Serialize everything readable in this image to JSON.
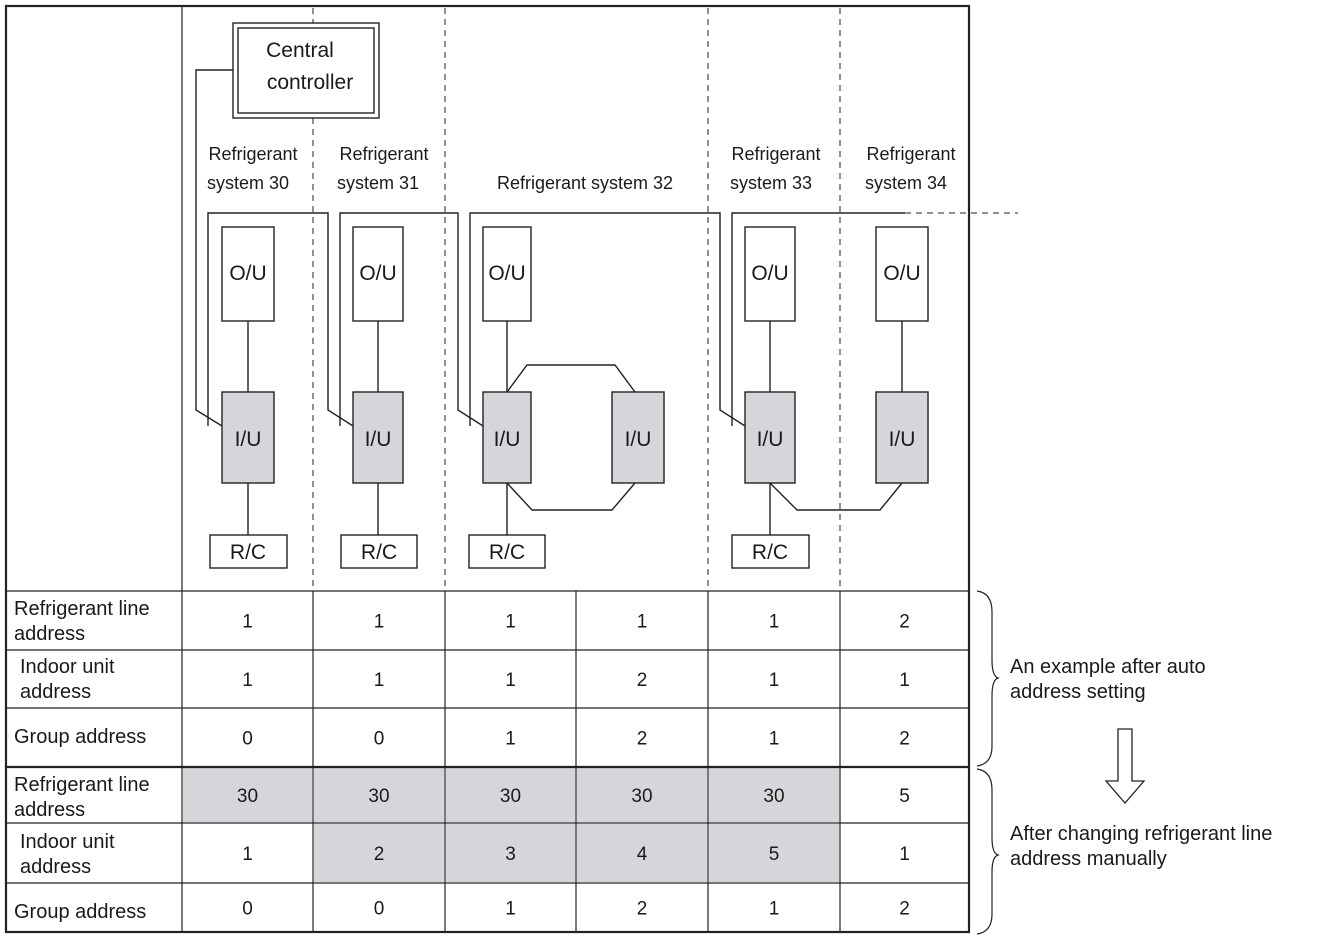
{
  "diagram": {
    "central_controller": [
      "Central",
      "controller"
    ],
    "systems": [
      {
        "label": [
          "Refrigerant",
          "system 30"
        ]
      },
      {
        "label": [
          "Refrigerant",
          "system 31"
        ]
      },
      {
        "label": [
          "Refrigerant system 32"
        ]
      },
      {
        "label": [
          "Refrigerant",
          "system 33"
        ]
      },
      {
        "label": [
          "Refrigerant",
          "system 34"
        ]
      }
    ],
    "outdoor_unit_label": "O/U",
    "indoor_unit_label": "I/U",
    "remote_controller_label": "R/C"
  },
  "table": {
    "before": [
      {
        "label": [
          "Refrigerant line",
          "address"
        ],
        "values": [
          "1",
          "1",
          "1",
          "1",
          "1",
          "2"
        ]
      },
      {
        "label": [
          "Indoor unit",
          "address"
        ],
        "values": [
          "1",
          "1",
          "1",
          "2",
          "1",
          "1"
        ]
      },
      {
        "label": [
          "Group address"
        ],
        "values": [
          "0",
          "0",
          "1",
          "2",
          "1",
          "2"
        ]
      }
    ],
    "after": [
      {
        "label": [
          "Refrigerant line",
          "address"
        ],
        "values": [
          "30",
          "30",
          "30",
          "30",
          "30",
          "5"
        ],
        "highlight": [
          true,
          true,
          true,
          true,
          true,
          false
        ]
      },
      {
        "label": [
          "Indoor unit",
          "address"
        ],
        "values": [
          "1",
          "2",
          "3",
          "4",
          "5",
          "1"
        ],
        "highlight": [
          false,
          true,
          true,
          true,
          true,
          false
        ]
      },
      {
        "label": [
          "Group address"
        ],
        "values": [
          "0",
          "0",
          "1",
          "2",
          "1",
          "2"
        ],
        "highlight": [
          false,
          false,
          false,
          false,
          false,
          false
        ]
      }
    ]
  },
  "notes": {
    "auto": [
      "An example after auto",
      "address setting"
    ],
    "manual": [
      "After changing refrigerant line",
      "address manually"
    ]
  }
}
